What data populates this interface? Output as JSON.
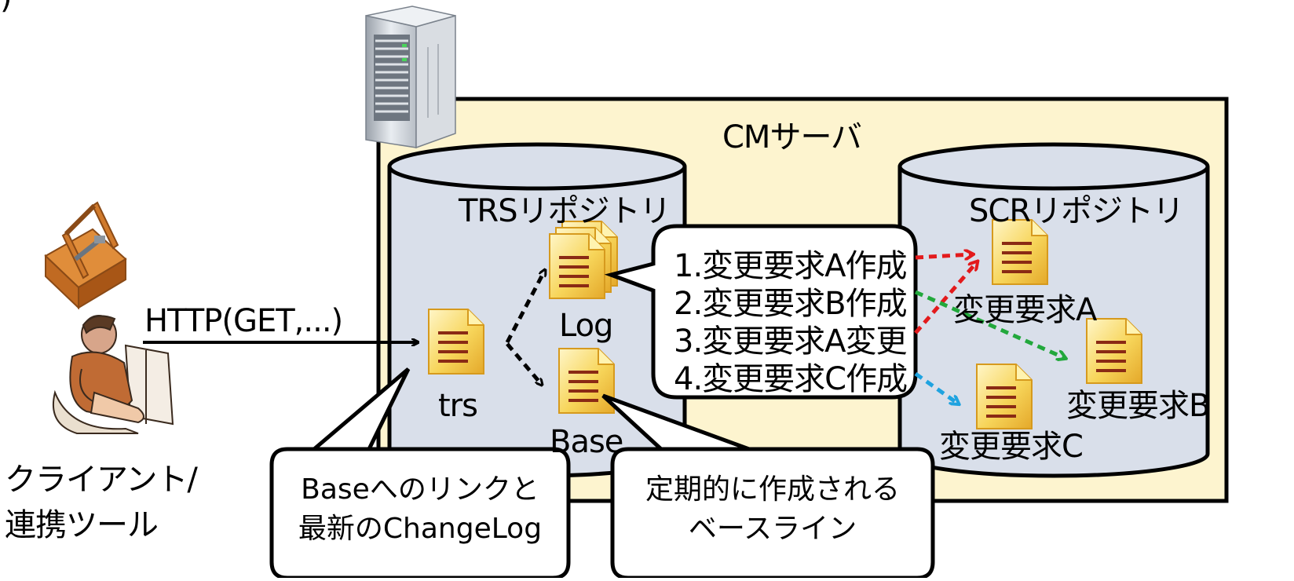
{
  "header_fragment": ")",
  "cm_server": {
    "title": "CMサーバ"
  },
  "trs_repo": {
    "title": "TRSリポジトリ",
    "doc_trs": "trs",
    "doc_log": "Log",
    "doc_base": "Base"
  },
  "scr_repo": {
    "title": "SCRリポジトリ",
    "doc_a": "変更要求A",
    "doc_b": "変更要求B",
    "doc_c": "変更要求C"
  },
  "client": {
    "line1": "クライアント/",
    "line2": "連携ツール"
  },
  "http_label": "HTTP(GET,...)",
  "changelog_entries": [
    "1.変更要求A作成",
    "2.変更要求B作成",
    "3.変更要求A変更",
    "4.変更要求C作成"
  ],
  "callout_trs": {
    "line1": "Baseへのリンクと",
    "line2": "最新のChangeLog"
  },
  "callout_base": {
    "line1": "定期的に作成される",
    "line2": "ベースライン"
  },
  "icons": [
    "server-icon",
    "toolbox-icon",
    "person-at-computer-icon",
    "document-icon",
    "document-stack-icon"
  ],
  "colors": {
    "server_box": "#fdf4cf",
    "repository": "#d9dfea",
    "document": "#f7d55a",
    "arrow_red": "#e31a1c",
    "arrow_green": "#22a83c",
    "arrow_blue": "#1fa3e0"
  }
}
